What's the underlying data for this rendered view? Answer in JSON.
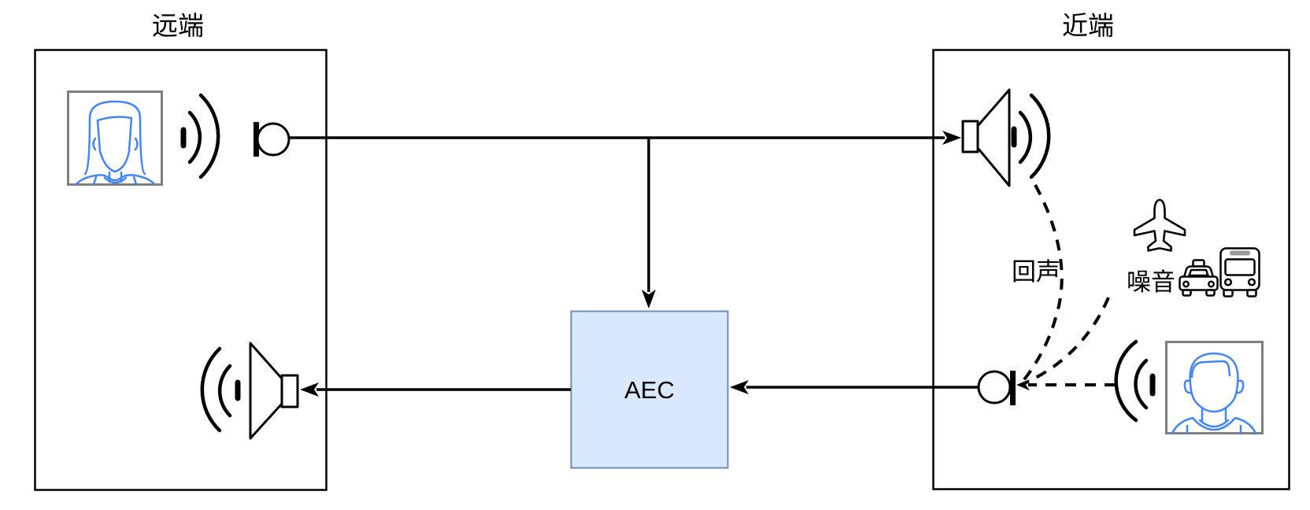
{
  "labels": {
    "far_end": "远端",
    "near_end": "近端",
    "aec": "AEC",
    "echo": "回声",
    "noise": "噪音"
  },
  "colors": {
    "line": "#000000",
    "aec_fill": "#dae8fc",
    "aec_border": "#6c8ebf",
    "avatar_stroke": "#4285f4",
    "frame_border": "#7f7f7f",
    "bus_sign_fill": "#999999",
    "background": "#ffffff"
  },
  "icons": {
    "far_person": "female-avatar-icon",
    "far_voice_waves": "sound-waves-icon",
    "far_microphone": "microphone-icon",
    "far_speaker": "loudspeaker-icon",
    "near_speaker": "loudspeaker-icon",
    "near_microphone": "microphone-icon",
    "near_person": "male-avatar-icon",
    "near_voice_waves": "sound-waves-icon",
    "noise_sources": [
      "airplane-icon",
      "taxi-icon",
      "bus-icon"
    ]
  }
}
